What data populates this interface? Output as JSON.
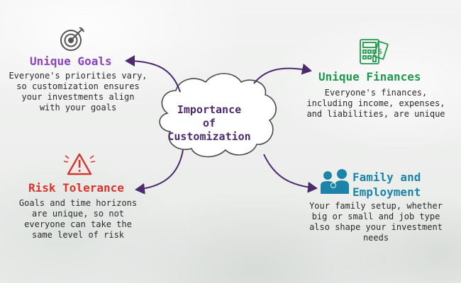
{
  "center": {
    "line1": "Importance",
    "line2": "of",
    "line3": "Customization"
  },
  "nodes": [
    {
      "title": "Unique Goals",
      "color": "#8a43bf",
      "icon": "target-icon",
      "lines": [
        "Everyone's priorities vary,",
        "so customization ensures",
        "your investments align",
        "with your goals"
      ]
    },
    {
      "title": "Unique Finances",
      "color": "#1e9a4a",
      "icon": "calculator-icon",
      "lines": [
        "Everyone's finances,",
        "including income, expenses,",
        "and liabilities, are unique"
      ]
    },
    {
      "title": "Risk Tolerance",
      "color": "#d9342b",
      "icon": "warning-icon",
      "lines": [
        "Goals and time horizons",
        "are unique, so not",
        "everyone can take the",
        "same level of risk"
      ]
    },
    {
      "title_lines": [
        "Family and",
        "Employment"
      ],
      "color": "#1c84a8",
      "icon": "family-icon",
      "lines": [
        "Your family setup, whether",
        "big or small and job type",
        "also shape your investment",
        "needs"
      ]
    }
  ],
  "colors": {
    "arrow": "#4b2a6d",
    "cloud_stroke": "#4a4a4a"
  }
}
